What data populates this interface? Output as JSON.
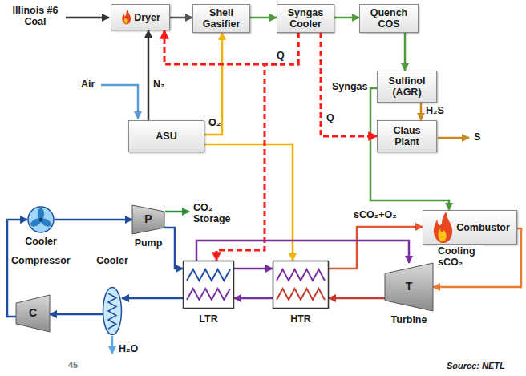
{
  "diagram": {
    "nodes": [
      {
        "text": [
          "Dryer"
        ]
      },
      {
        "text": [
          "Shell Gasifier"
        ]
      },
      {
        "text": [
          "Syngas Cooler"
        ]
      },
      {
        "text": [
          "Quench COS"
        ]
      },
      {
        "text": [
          "Sulfinol (AGR)"
        ]
      },
      {
        "text": [
          "Claus Plant"
        ]
      },
      {
        "text": [
          "ASU"
        ]
      },
      {
        "text": [
          "Combustor"
        ]
      },
      {
        "text": [
          "Cooler"
        ]
      },
      {
        "text": [
          "P",
          "Pump"
        ]
      },
      {
        "text": [
          "C",
          "Compressor"
        ]
      },
      {
        "text": [
          "Cooler"
        ]
      },
      {
        "text": [
          "LTR"
        ]
      },
      {
        "text": [
          "HTR"
        ]
      },
      {
        "text": [
          "T",
          "Turbine"
        ]
      }
    ],
    "edges": [
      {
        "from": 0,
        "to": 1,
        "arrow": "to"
      },
      {
        "from": 1,
        "to": 2,
        "arrow": "to"
      },
      {
        "from": 2,
        "to": 3,
        "arrow": "to"
      },
      {
        "from": 3,
        "to": 4,
        "arrow": "to"
      },
      {
        "from": 4,
        "to": 5,
        "label": "H₂S",
        "arrow": "to"
      },
      {
        "from": 4,
        "to": 7,
        "label": "Syngas",
        "arrow": "to"
      },
      {
        "from": 6,
        "to": 0,
        "label": "N₂",
        "arrow": "to"
      },
      {
        "from": 6,
        "to": 1,
        "label": "O₂",
        "arrow": "to"
      },
      {
        "from": 6,
        "to": 13,
        "arrow": "to"
      },
      {
        "from": 2,
        "to": 0,
        "label": "Q",
        "arrow": "to"
      },
      {
        "from": 2,
        "to": 5,
        "label": "Q",
        "arrow": "to"
      },
      {
        "from": 2,
        "to": 12,
        "arrow": "to"
      },
      {
        "from": 8,
        "to": 9,
        "arrow": "to"
      },
      {
        "from": 9,
        "to": 12,
        "arrow": "to"
      },
      {
        "from": 10,
        "to": 8,
        "arrow": "to"
      },
      {
        "from": 11,
        "to": 10,
        "arrow": "to"
      },
      {
        "from": 12,
        "to": 11,
        "arrow": "to"
      },
      {
        "from": 12,
        "to": 13,
        "arrow": "to"
      },
      {
        "from": 13,
        "to": 7,
        "label": "sCO₂+O₂",
        "arrow": "to"
      },
      {
        "from": 7,
        "to": 14,
        "arrow": "to"
      },
      {
        "from": 14,
        "to": 13,
        "arrow": "to"
      },
      {
        "from": 13,
        "to": 12,
        "arrow": "to"
      },
      {
        "from": 12,
        "to": 14,
        "label": "Cooling sCO₂",
        "arrow": "to"
      }
    ],
    "labels": [
      "Illinois #6 Coal",
      "Air",
      "S",
      "CO₂ Storage",
      "H₂O",
      "Source: NETL",
      "45"
    ]
  }
}
